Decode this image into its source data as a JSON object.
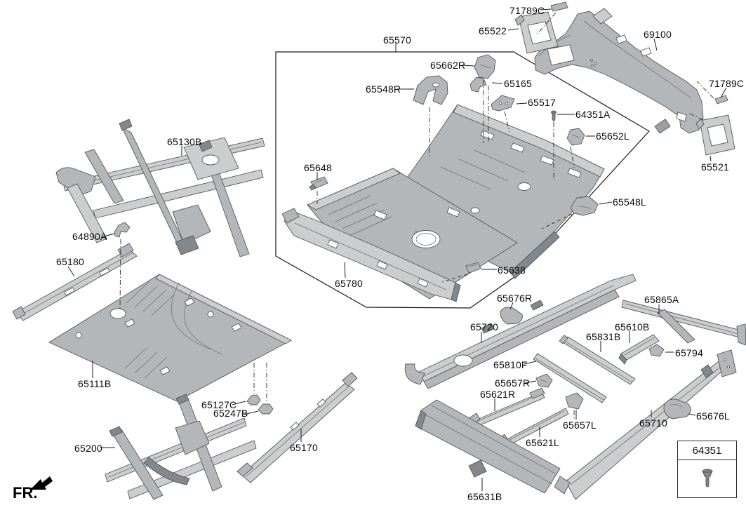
{
  "diagram": {
    "description": "Floor panel exploded parts diagram",
    "colors": {
      "background": "#ffffff",
      "line": "#1c1c1c",
      "part_light": "#cbcdcf",
      "part_mid": "#b3b7ba",
      "part_dark": "#9aa0a3",
      "hole": "#ffffff"
    },
    "icons": {
      "fr_arrow": "fr-direction-arrow-icon",
      "ref_fastener": "fastener-clip-icon",
      "bolt": "screw-bolt-icon"
    },
    "fr_label": "FR.",
    "ref_box": {
      "part_number": "64351"
    },
    "labels": [
      {
        "text": "71789C"
      },
      {
        "text": "65522"
      },
      {
        "text": "69100"
      },
      {
        "text": "71789C"
      },
      {
        "text": "65521"
      },
      {
        "text": "65570"
      },
      {
        "text": "65662R"
      },
      {
        "text": "65548R"
      },
      {
        "text": "65165"
      },
      {
        "text": "65517"
      },
      {
        "text": "64351A"
      },
      {
        "text": "65652L"
      },
      {
        "text": "65648"
      },
      {
        "text": "65548L"
      },
      {
        "text": "65638"
      },
      {
        "text": "65780"
      },
      {
        "text": "65130B"
      },
      {
        "text": "64890A"
      },
      {
        "text": "65180"
      },
      {
        "text": "65111B"
      },
      {
        "text": "65127C"
      },
      {
        "text": "65247B"
      },
      {
        "text": "65200"
      },
      {
        "text": "65170"
      },
      {
        "text": "65676R"
      },
      {
        "text": "65720"
      },
      {
        "text": "65865A"
      },
      {
        "text": "65610B"
      },
      {
        "text": "65831B"
      },
      {
        "text": "65794"
      },
      {
        "text": "65810F"
      },
      {
        "text": "65657R"
      },
      {
        "text": "65621R"
      },
      {
        "text": "65657L"
      },
      {
        "text": "65621L"
      },
      {
        "text": "65710"
      },
      {
        "text": "65676L"
      },
      {
        "text": "65631B"
      }
    ]
  }
}
